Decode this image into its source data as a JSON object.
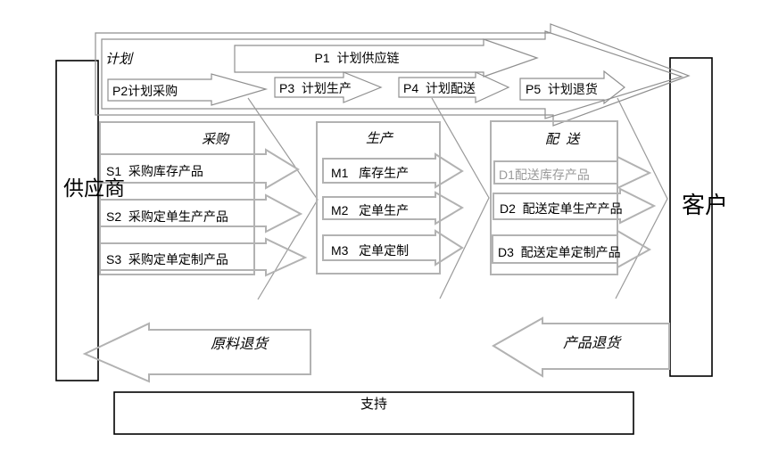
{
  "colors": {
    "background": "#ffffff",
    "outline_dark": "#000000",
    "outline_gray": "#8f8f8f",
    "outline_light": "#b2b2b2",
    "text": "#000000",
    "muted_text": "#9a9a9a"
  },
  "plan": {
    "title": "计划",
    "p1": "P1  计划供应链",
    "p2": "P2计划采购",
    "p3": "P3  计划生产",
    "p4": "P4  计划配送",
    "p5": "P5  计划退货"
  },
  "source": {
    "title": "采购",
    "s1": "S1  采购库存产品",
    "s2": "S2  采购定单生产产品",
    "s3": "S3  采购定单定制产品"
  },
  "make": {
    "title": "生产",
    "m1": "M1   库存生产",
    "m2": "M2   定单生产",
    "m3": "M3   定单定制"
  },
  "deliver": {
    "title": "配  送",
    "d1": "D1配送库存产品",
    "d2": "D2  配送定单生产产品",
    "d3": "D3  配送定单定制产品"
  },
  "left_party": "供应商",
  "right_party": "客户",
  "returns": {
    "materials": "原料退货",
    "products": "产品退货"
  },
  "support": "支持"
}
